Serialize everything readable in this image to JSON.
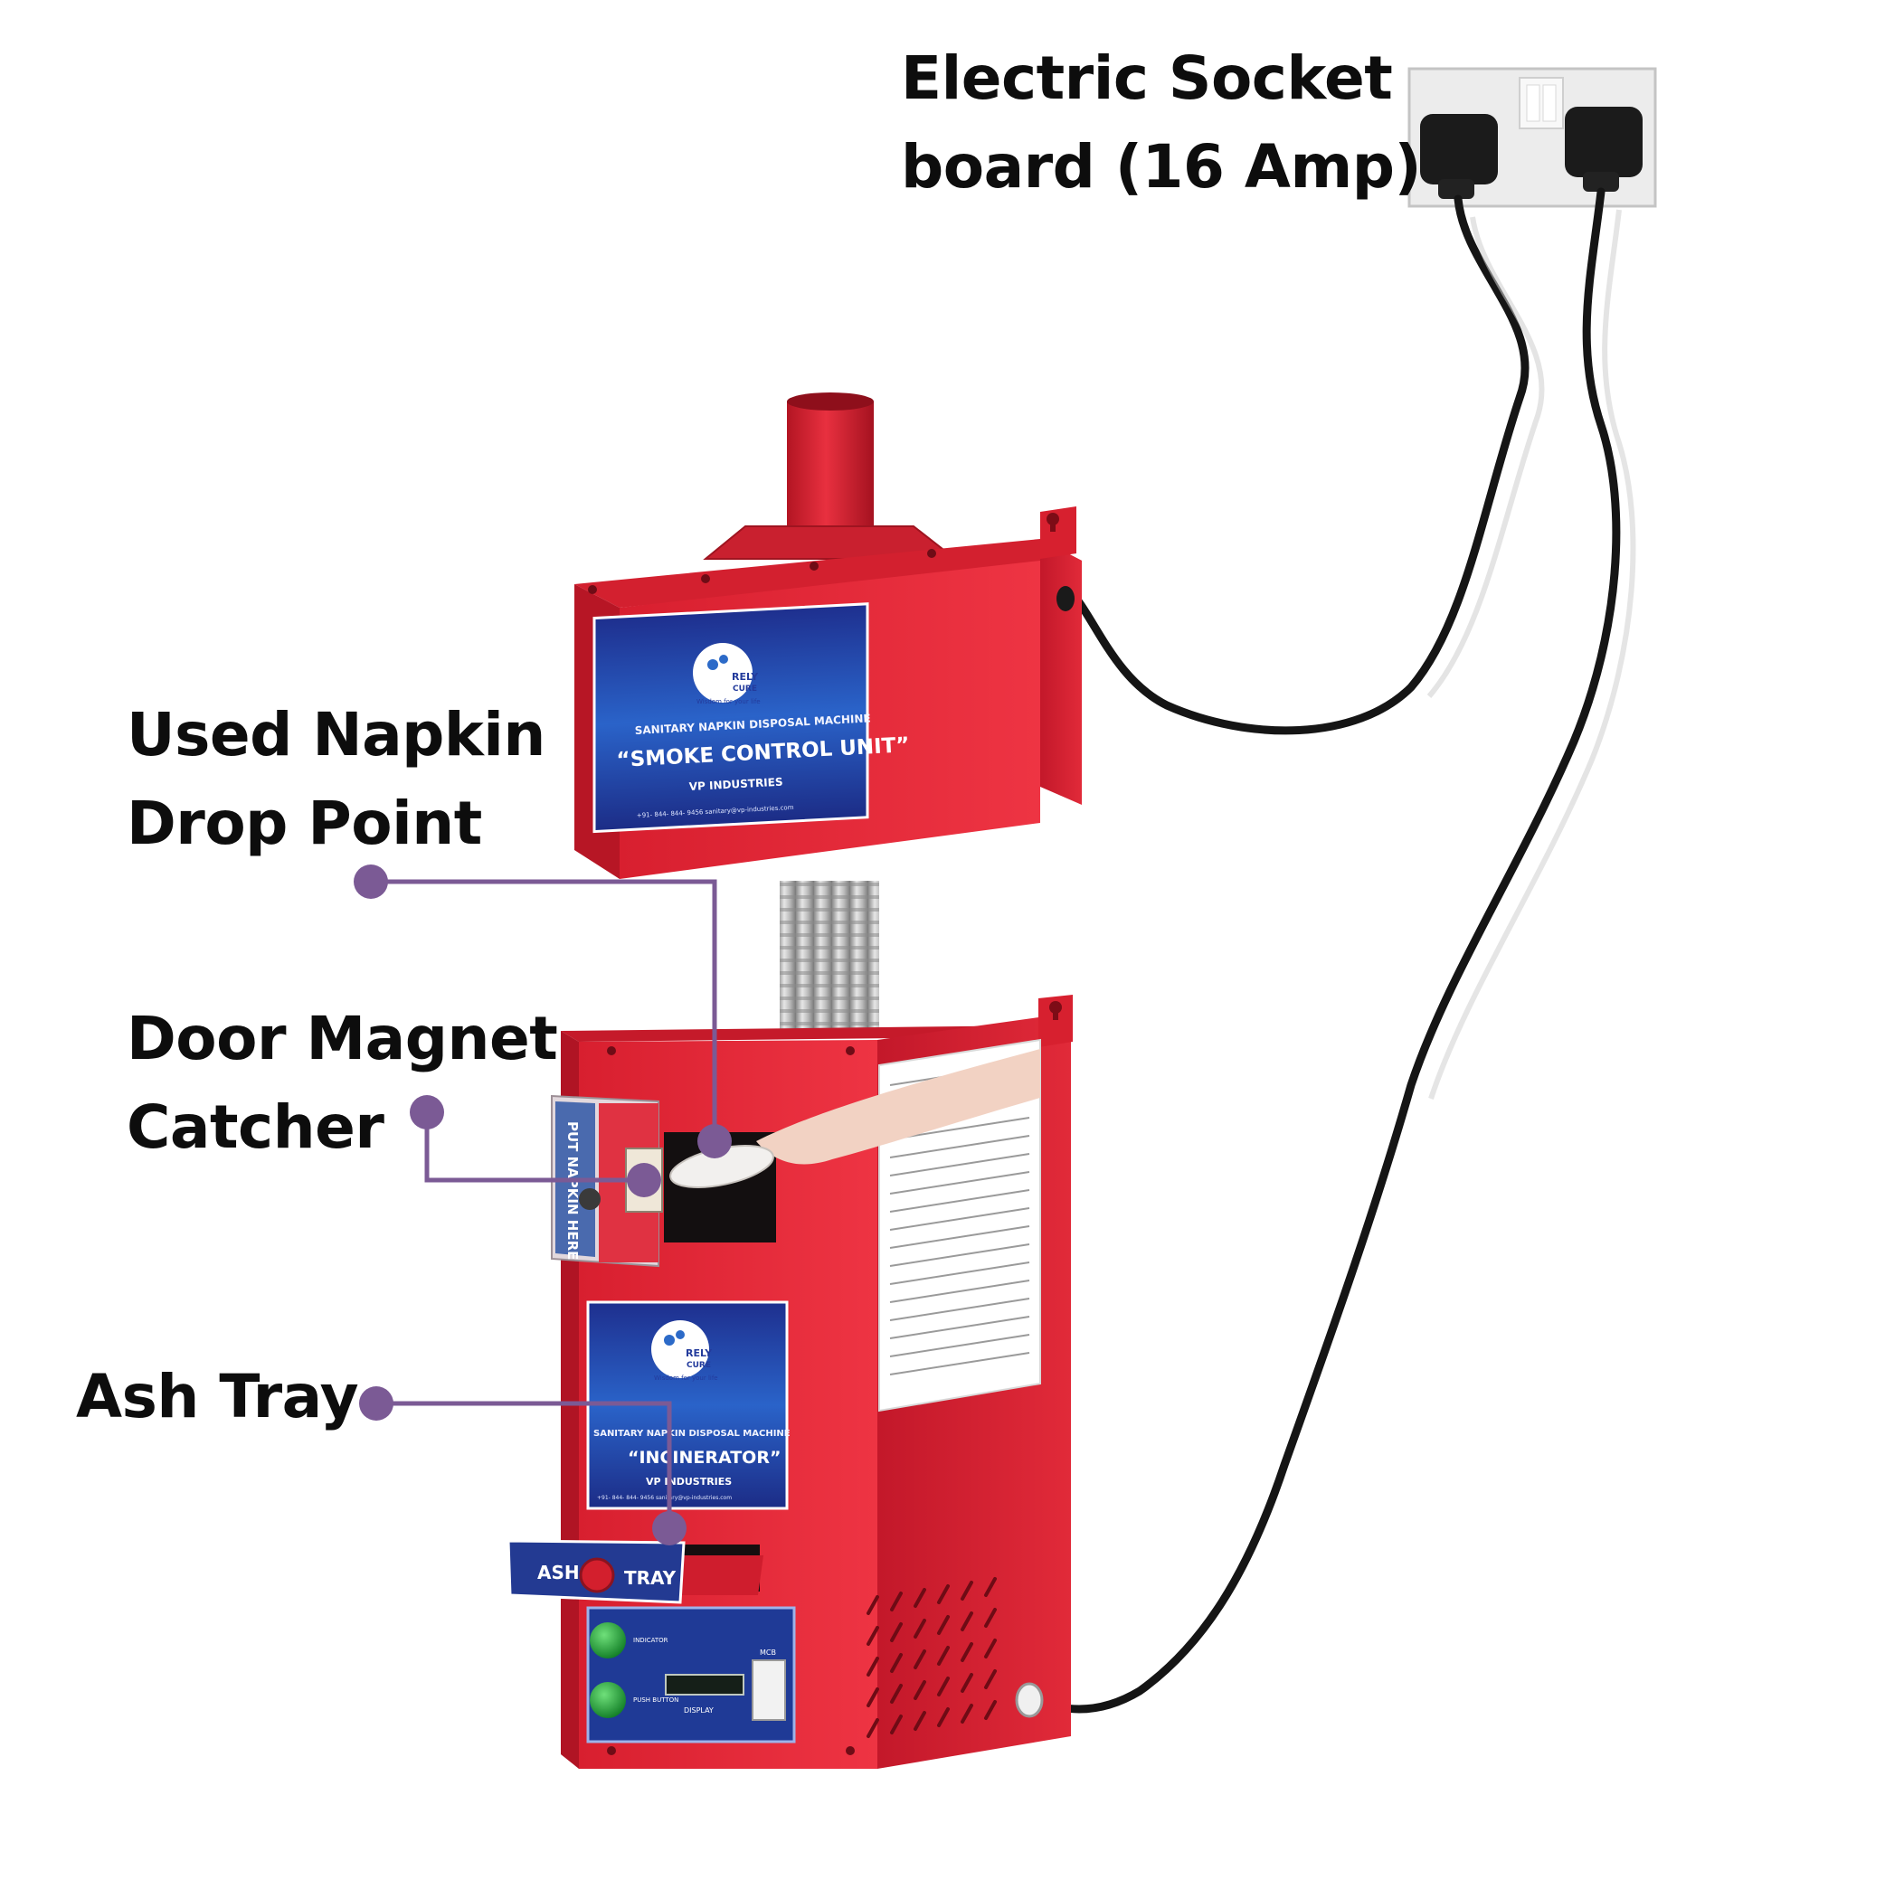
{
  "colors": {
    "background": "#ffffff",
    "callout": "#7b5a95",
    "machine_red": "#e32636",
    "panel_blue": "#1d2f8f",
    "label_text": "#0d0d0d"
  },
  "callouts": {
    "socket": "Electric Socket\nboard (16 Amp)",
    "drop_point": "Used Napkin\nDrop Point",
    "door_magnet": "Door Magnet\nCatcher",
    "ash_tray": "Ash Tray"
  },
  "smoke_unit_sign": {
    "brand_line1": "RELY",
    "brand_line2": "CURE",
    "brand_tagline": "Wisdom for your life",
    "title": "SANITARY NAPKIN DISPOSAL MACHINE",
    "name": "“SMOKE CONTROL UNIT”",
    "maker": "VP INDUSTRIES",
    "contact": "+91- 844- 844- 9456   sanitary@vp-industries.com"
  },
  "incinerator_sign": {
    "brand_line1": "RELY",
    "brand_line2": "CURE",
    "brand_tagline": "Wisdom for your life",
    "title": "SANITARY NAPKIN DISPOSAL MACHINE",
    "name": "“INCINERATOR”",
    "maker": "VP INDUSTRIES",
    "contact": "+91- 844- 844- 9456   sanitary@vp-industries.com"
  },
  "door_sign": "PUT NAPKIN HERE",
  "ash_tray_plate": {
    "left": "ASH",
    "right": "TRAY"
  },
  "control_panel": {
    "indicator": "INDICATOR",
    "push_button": "PUSH BUTTON",
    "display": "DISPLAY",
    "mcb": "MCB"
  },
  "icons": [
    "wall-hook-icon",
    "power-plug-icon",
    "rely-cure-logo-icon"
  ]
}
